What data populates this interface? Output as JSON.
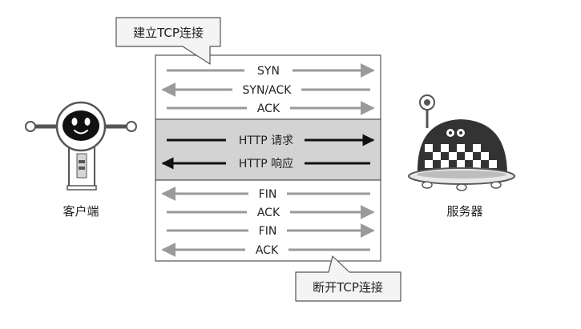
{
  "callouts": {
    "establish": "建立TCP连接",
    "close": "断开TCP连接"
  },
  "actors": {
    "client": "客户端",
    "server": "服务器"
  },
  "phases": {
    "handshake": [
      {
        "label": "SYN",
        "direction": "right"
      },
      {
        "label": "SYN/ACK",
        "direction": "left"
      },
      {
        "label": "ACK",
        "direction": "right"
      }
    ],
    "http": [
      {
        "label": "HTTP 请求",
        "direction": "right"
      },
      {
        "label": "HTTP 响应",
        "direction": "left"
      }
    ],
    "teardown": [
      {
        "label": "FIN",
        "direction": "left"
      },
      {
        "label": "ACK",
        "direction": "right"
      },
      {
        "label": "FIN",
        "direction": "right"
      },
      {
        "label": "ACK",
        "direction": "left"
      }
    ]
  },
  "colors": {
    "tcp_arrow": "#9a9a9a",
    "http_arrow": "#111111",
    "http_band": "#d3d3d3",
    "box_border": "#555555",
    "callout_fill": "#f4f4f4"
  }
}
